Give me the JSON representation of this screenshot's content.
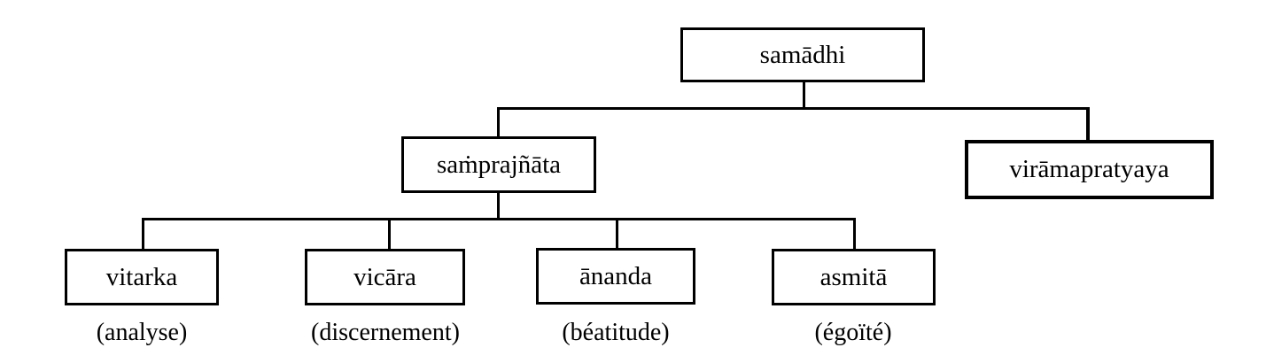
{
  "diagram": {
    "root": "samādhi",
    "branches": {
      "samprajnata": "saṁprajñāta",
      "viramapratyaya": "virāmapratyaya"
    },
    "leaves": [
      {
        "term": "vitarka",
        "gloss": "(analyse)"
      },
      {
        "term": "vicāra",
        "gloss": "(discernement)"
      },
      {
        "term": "ānanda",
        "gloss": "(béatitude)"
      },
      {
        "term": "asmitā",
        "gloss": "(égoïté)"
      }
    ]
  }
}
